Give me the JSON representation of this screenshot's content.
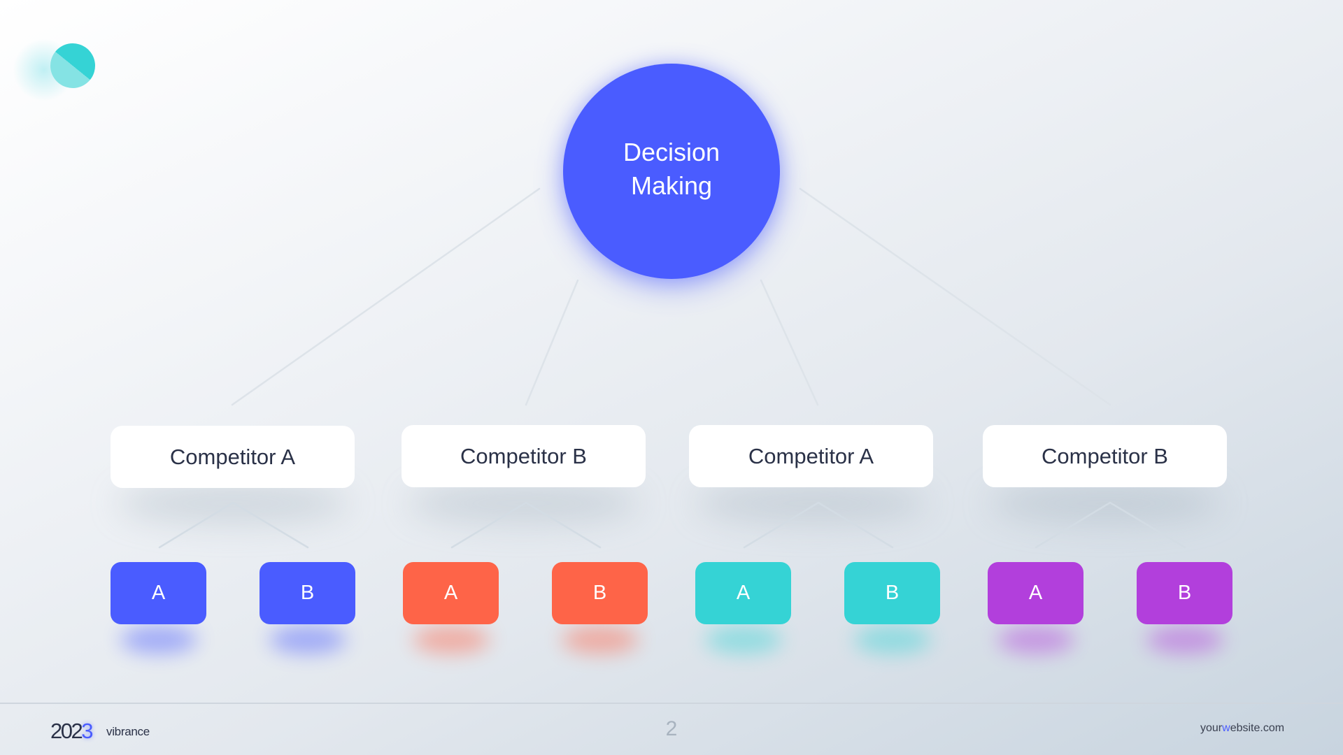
{
  "slide": {
    "title_node": {
      "line1": "Decision",
      "line2": "Making",
      "color": "#4a5cff"
    },
    "competitors": [
      {
        "label": "Competitor A",
        "color": "#4a5cff",
        "children": [
          {
            "label": "A"
          },
          {
            "label": "B"
          }
        ]
      },
      {
        "label": "Competitor B",
        "color": "#fe6448",
        "children": [
          {
            "label": "A"
          },
          {
            "label": "B"
          }
        ]
      },
      {
        "label": "Competitor A",
        "color": "#35d3d5",
        "children": [
          {
            "label": "A"
          },
          {
            "label": "B"
          }
        ]
      },
      {
        "label": "Competitor B",
        "color": "#b23fdc",
        "children": [
          {
            "label": "A"
          },
          {
            "label": "B"
          }
        ]
      }
    ]
  },
  "logo": {
    "icon": "split-circle-logo",
    "colors": [
      "#35d3d5",
      "#85e3e4"
    ]
  },
  "footer": {
    "year_prefix": "202",
    "year_highlight": "3",
    "brand": "vibrance",
    "page_number": "2",
    "website_prefix": "your",
    "website_highlight": "w",
    "website_suffix": "ebsite.com"
  }
}
